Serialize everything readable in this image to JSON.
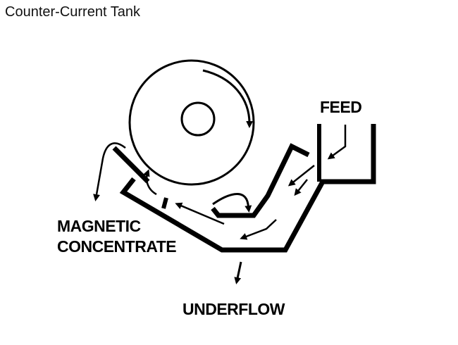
{
  "title": "Counter-Current Tank",
  "labels": {
    "feed": "FEED",
    "magnetic_line1": "MAGNETIC",
    "magnetic_line2": "CONCENTRATE",
    "underflow": "UNDERFLOW"
  },
  "colors": {
    "ink": "#000000",
    "background": "#ffffff"
  }
}
